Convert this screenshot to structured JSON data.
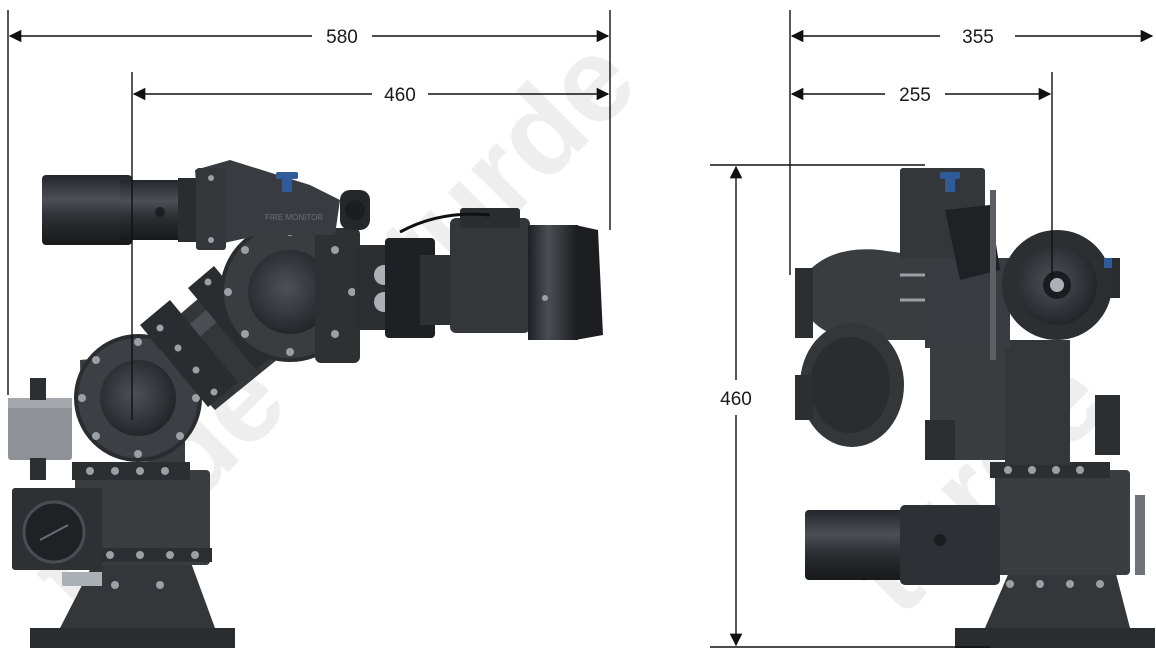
{
  "dimensions": {
    "side_overall_width": "580",
    "side_pivot_to_front": "460",
    "front_overall_width": "355",
    "front_partial_width": "255",
    "front_height": "460"
  },
  "colors": {
    "body": "#3a3d40",
    "body_dark": "#26292c",
    "body_light": "#56595d",
    "bolt": "#9aa0a6",
    "accent_blue": "#2f5b9a",
    "junction_box": "#8e9196"
  }
}
